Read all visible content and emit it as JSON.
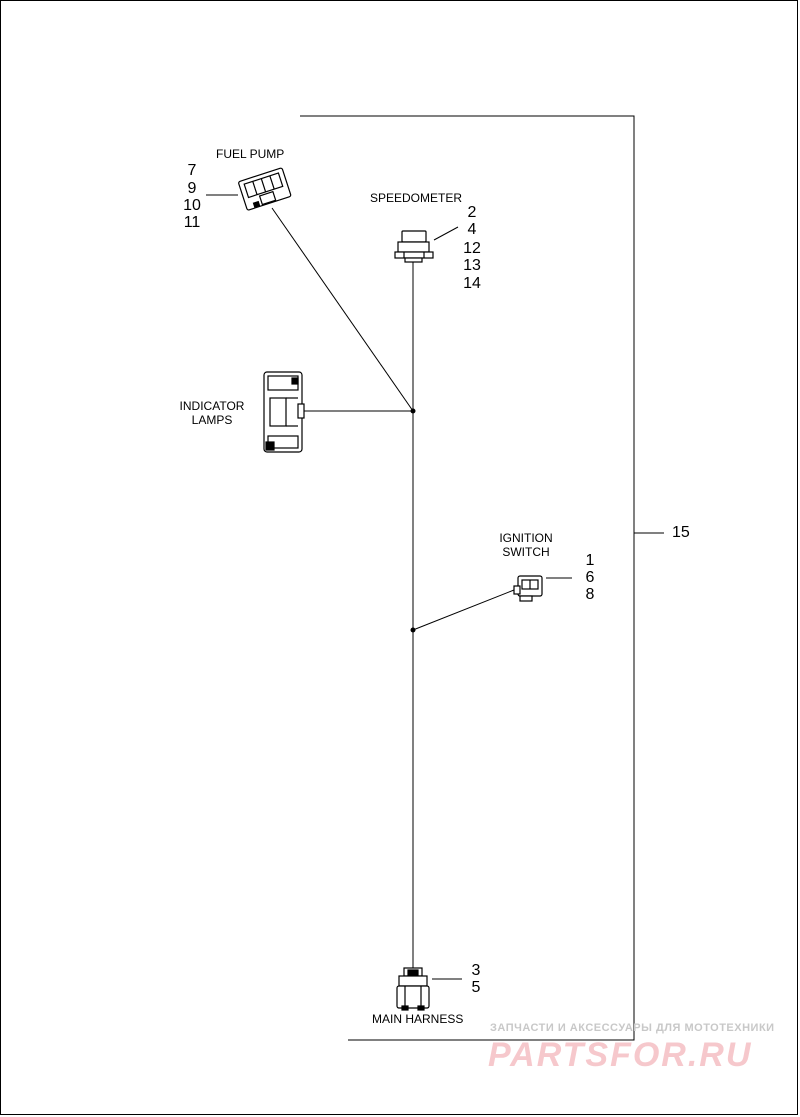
{
  "components": {
    "fuel_pump": {
      "label": "FUEL PUMP",
      "refs": [
        "7",
        "9",
        "10",
        "11"
      ]
    },
    "speedometer": {
      "label": "SPEEDOMETER",
      "refs": [
        "2",
        "4",
        "12",
        "13",
        "14"
      ]
    },
    "indicator_lamps": {
      "label_line1": "INDICATOR",
      "label_line2": "LAMPS"
    },
    "ignition_switch": {
      "label_line1": "IGNITION",
      "label_line2": "SWITCH",
      "refs": [
        "1",
        "6",
        "8"
      ]
    },
    "main_harness": {
      "label": "MAIN HARNESS",
      "refs": [
        "3",
        "5"
      ]
    },
    "harness_assembly": {
      "ref": "15"
    }
  },
  "watermark": {
    "tagline": "ЗАПЧАСТИ И АКСЕССУАРЫ ДЛЯ МОТОТЕХНИКИ",
    "logo": "PARTSFOR.RU"
  },
  "colors": {
    "line": "#000000",
    "watermark_logo": "#f6c8cc",
    "watermark_text": "#c8c8c8"
  }
}
